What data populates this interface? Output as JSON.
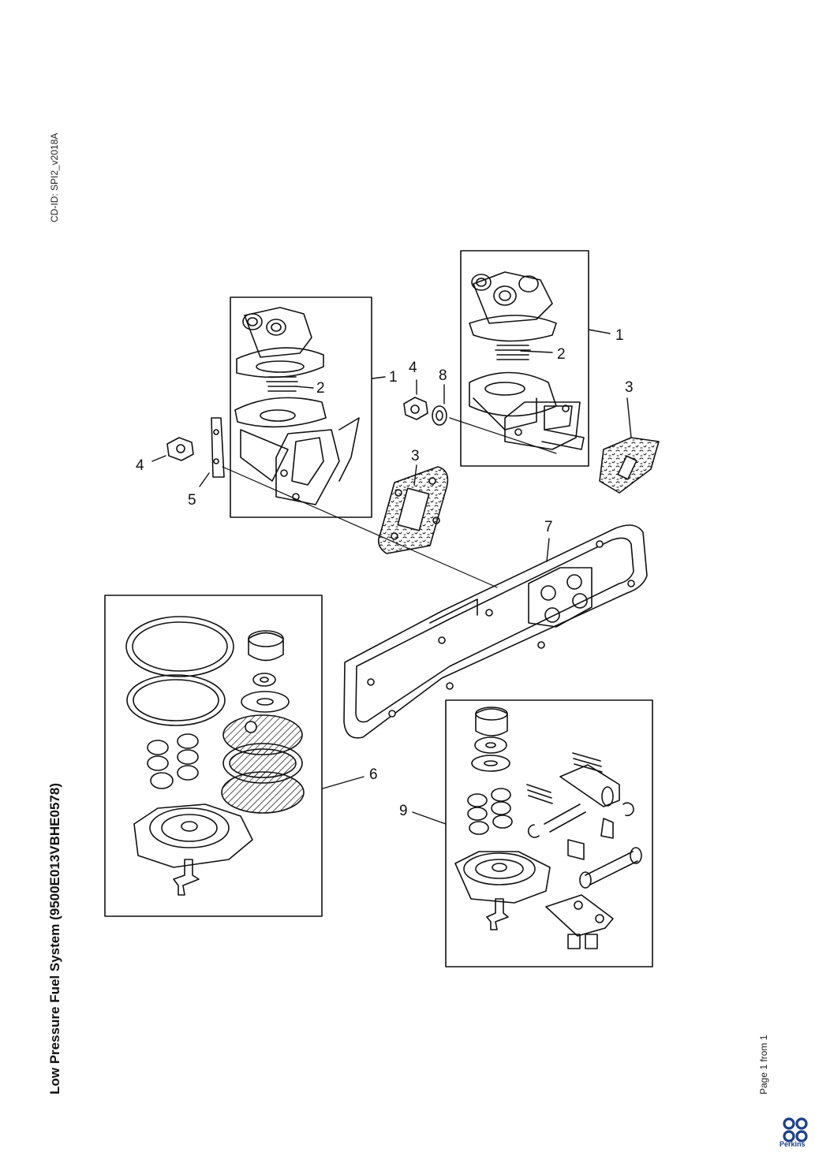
{
  "document": {
    "cd_id": "CD-ID: SPI2_v2018A",
    "title": "Low Pressure Fuel System (9500E013VBHE0578)",
    "page_info": "Page 1 from 1"
  },
  "callouts": {
    "c1a": "1",
    "c2a": "2",
    "c4a": "4",
    "c5": "5",
    "c3a": "3",
    "c4b": "4",
    "c8": "8",
    "c1b": "1",
    "c2b": "2",
    "c3b": "3",
    "c7": "7",
    "c6": "6",
    "c9": "9"
  },
  "brand": {
    "logo_text": "Perkins",
    "color": "#1b3f8f"
  }
}
